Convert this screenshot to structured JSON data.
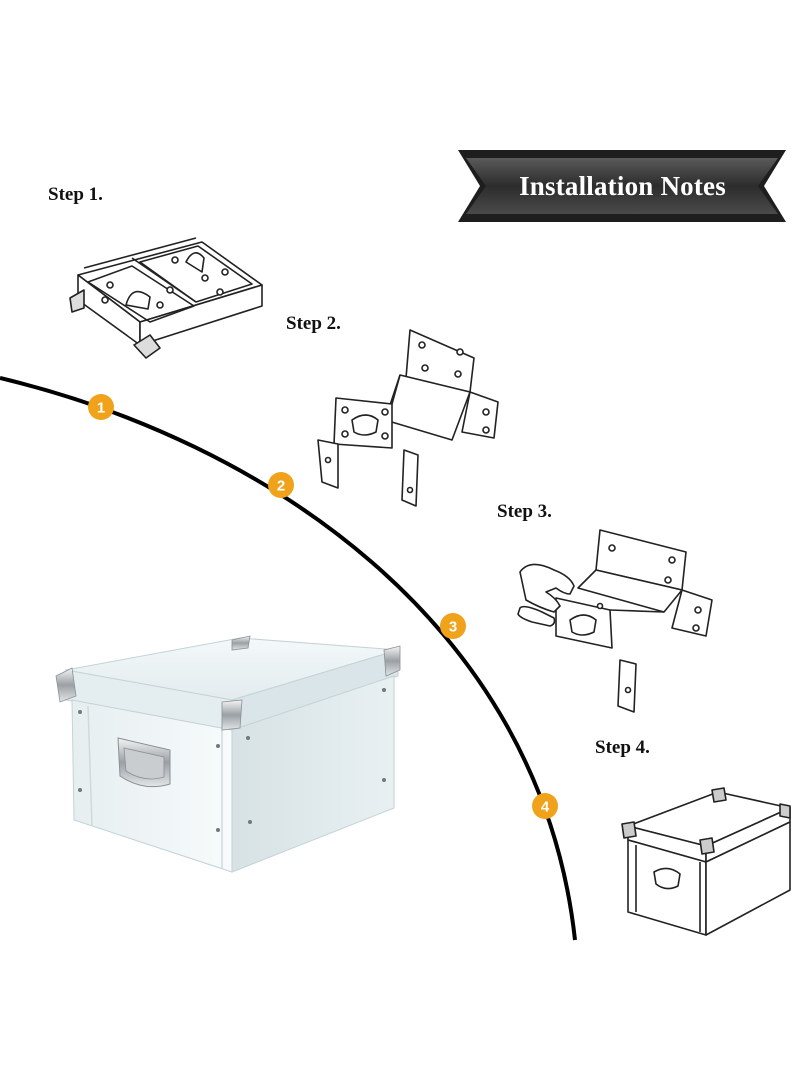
{
  "banner": {
    "title": "Installation Notes"
  },
  "steps": [
    {
      "label": "Step 1.",
      "number": "1"
    },
    {
      "label": "Step 2.",
      "number": "2"
    },
    {
      "label": "Step 3.",
      "number": "3"
    },
    {
      "label": "Step 4.",
      "number": "4"
    }
  ],
  "colors": {
    "badge": "#f0a21a",
    "banner": "#3a3a3a",
    "curve": "#000000",
    "box": "#eef4f5"
  }
}
